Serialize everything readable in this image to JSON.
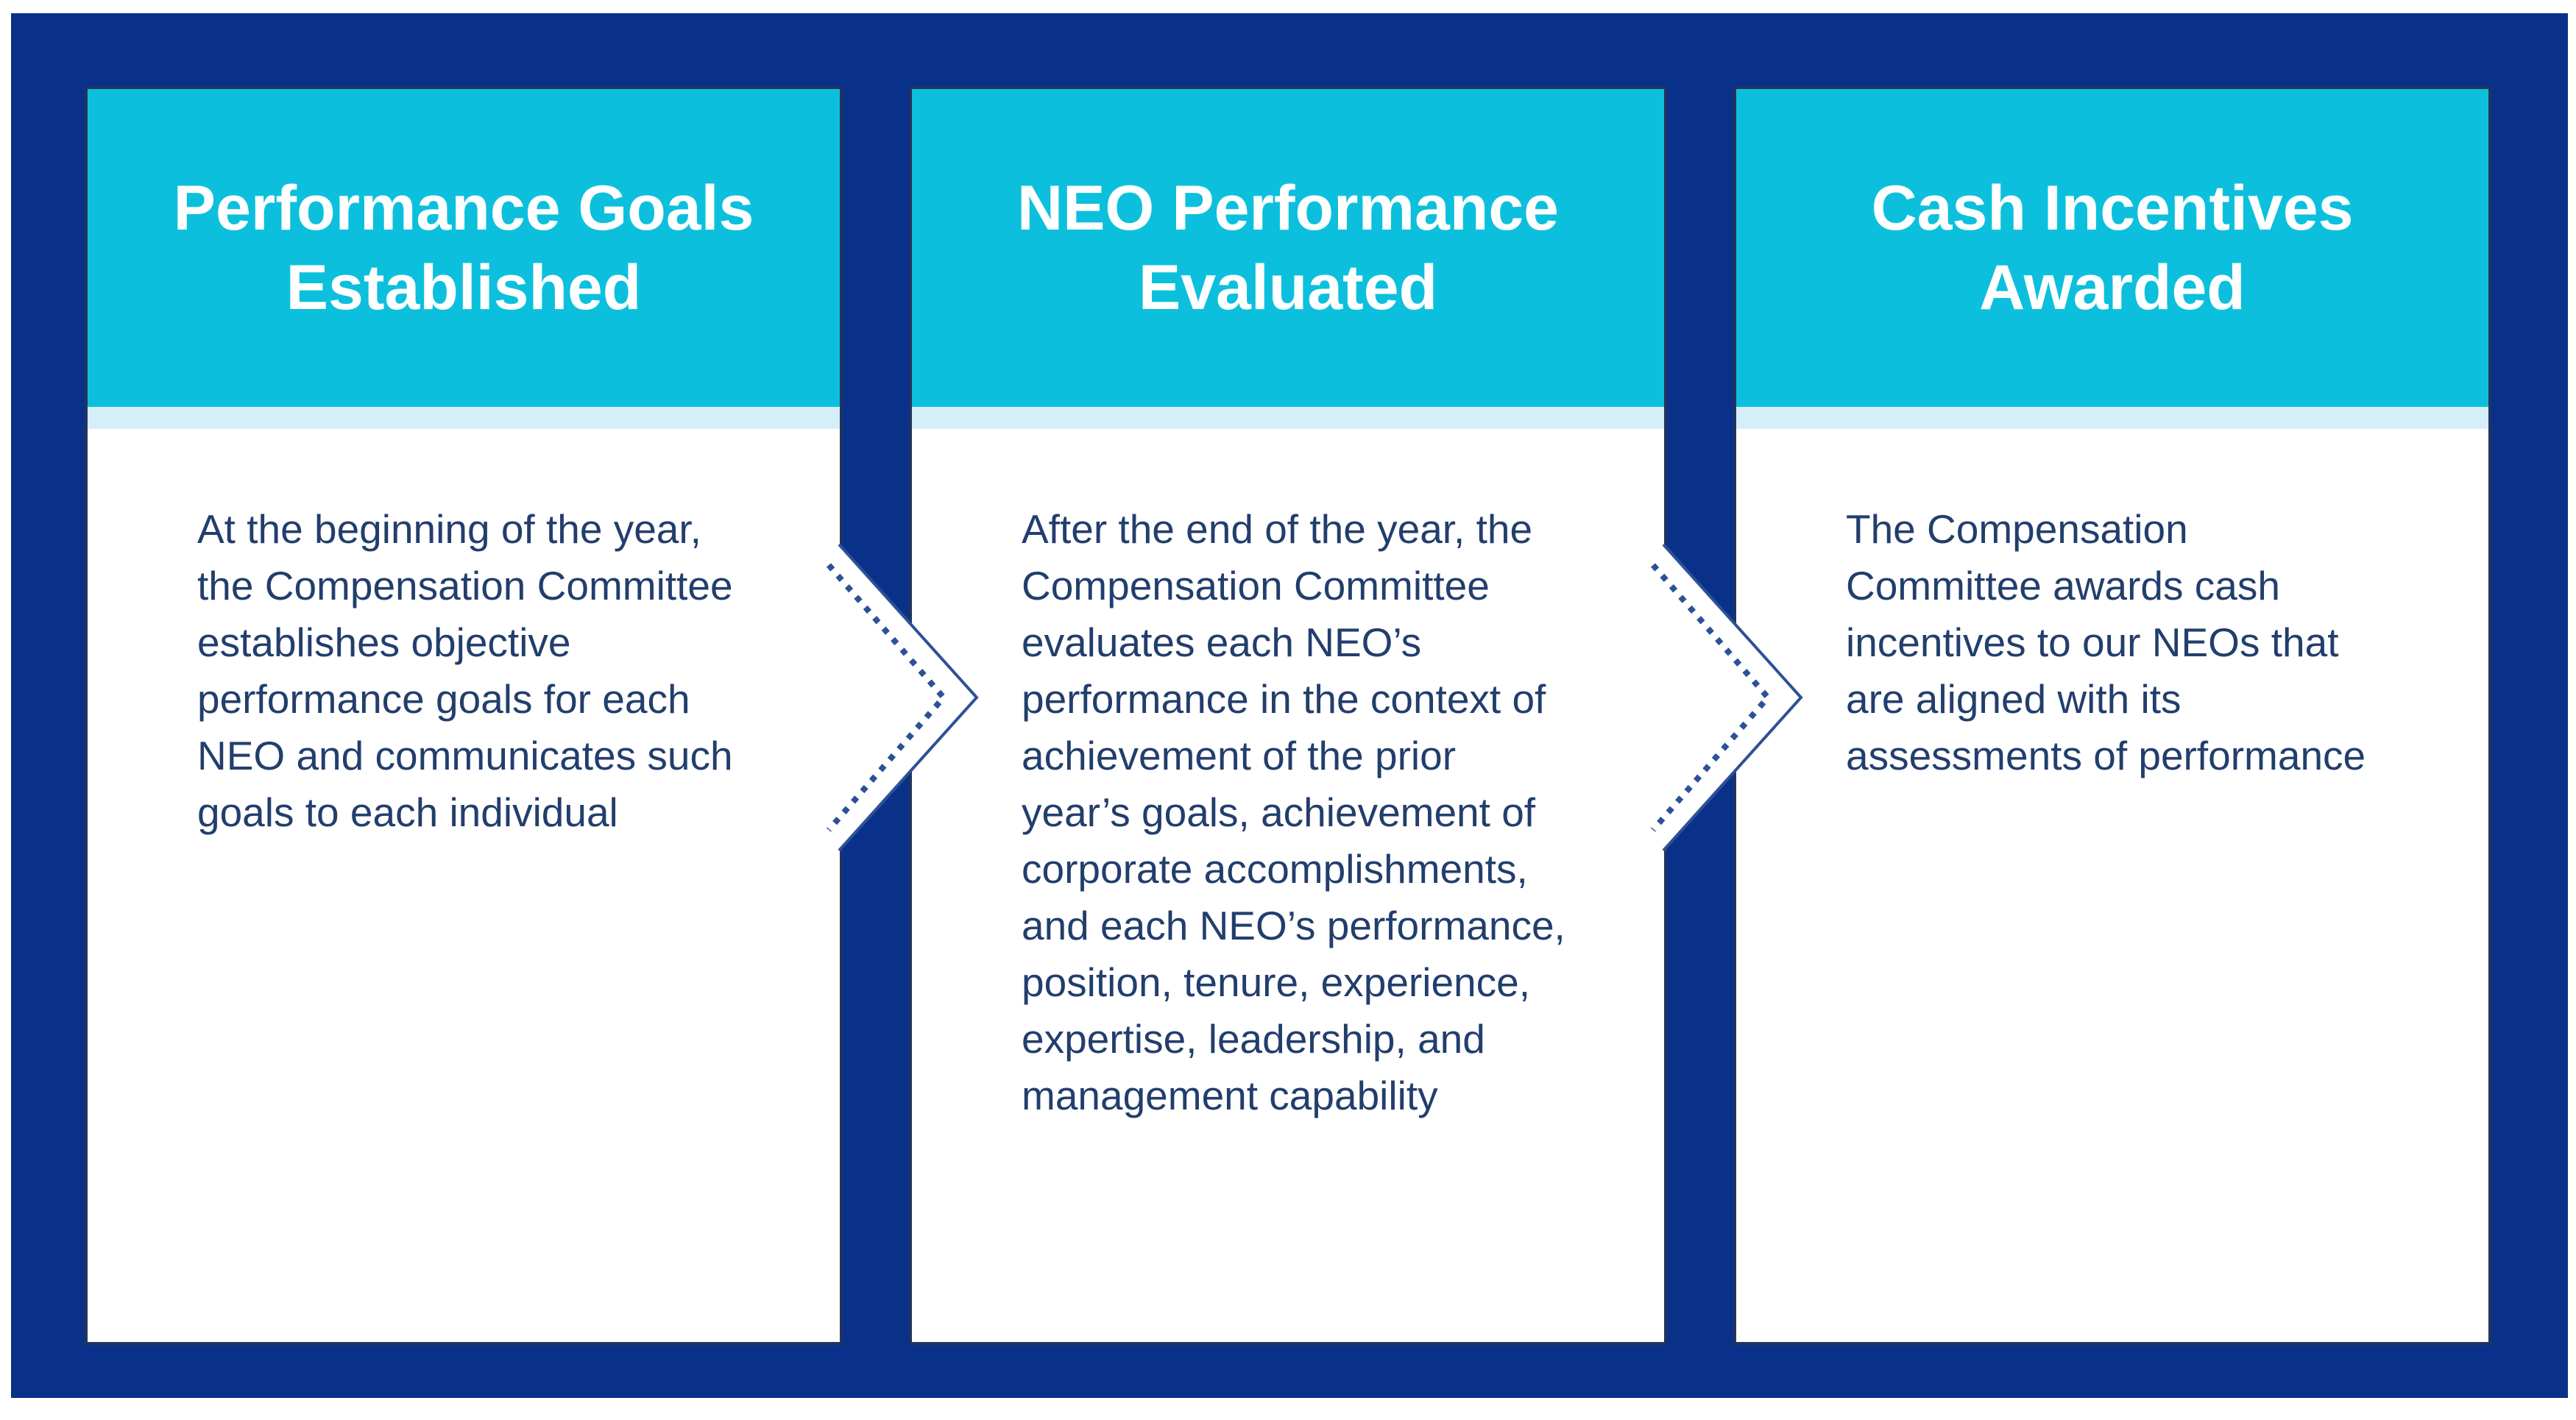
{
  "diagram": {
    "title": "Cash incentive process flow",
    "type": "process-flow",
    "colors": {
      "panel_navy": "#093189",
      "header_cyan": "#0cc0dd",
      "band_light_blue": "#d6eefa",
      "header_text_white": "#ffffff",
      "body_text_navy": "#223e6d",
      "card_border_navy": "#23335f",
      "chevron_line_navy": "#2d5197",
      "page_background": "#ffffff"
    },
    "cards": [
      {
        "title": "Performance Goals Established",
        "title_line1": "Performance Goals",
        "title_line2": "Established",
        "body": "At the beginning of the year, the Compensation Committee establishes objective performance goals for each NEO and communicates such goals to each individual"
      },
      {
        "title": "NEO Performance Evaluated",
        "title_line1": "NEO Performance",
        "title_line2": "Evaluated",
        "body": "After the end of the year, the Compensation Committee evaluates each NEO’s performance in the context of achievement of the prior year’s goals, achievement of corporate accomplishments, and each NEO’s performance, position, tenure, experience, expertise, leadership, and management capability"
      },
      {
        "title": "Cash Incentives Awarded",
        "title_line1": "Cash Incentives",
        "title_line2": "Awarded",
        "body": "The Compensation Committee awards cash incentives to our NEOs that are aligned with its assessments of performance"
      }
    ],
    "arrows": [
      {
        "name": "chevron-right-between-step-1-and-2"
      },
      {
        "name": "chevron-right-between-step-2-and-3"
      }
    ]
  }
}
